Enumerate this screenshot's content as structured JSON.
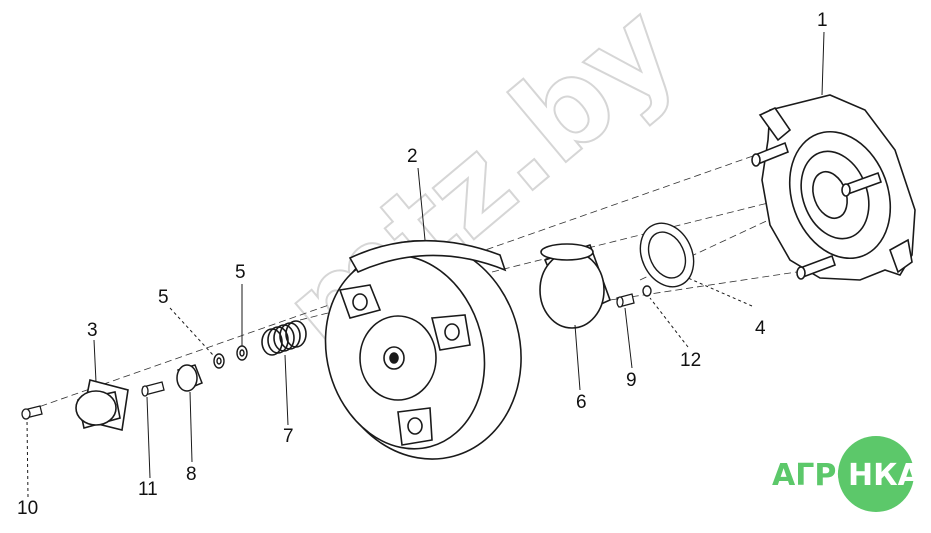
{
  "callouts": {
    "c1": "1",
    "c2": "2",
    "c3": "3",
    "c4": "4",
    "c5a": "5",
    "c5b": "5",
    "c6": "6",
    "c7": "7",
    "c8": "8",
    "c9": "9",
    "c10": "10",
    "c11": "11",
    "c12": "12"
  },
  "watermark": {
    "text": "mtz.by"
  },
  "logo": {
    "left": "АГРО",
    "right": "НКА",
    "circle_color": "#5cc86a",
    "text_color": "#5cc86a"
  },
  "colors": {
    "line": "#1a1a1a",
    "watermark": "#d8d8d8"
  }
}
